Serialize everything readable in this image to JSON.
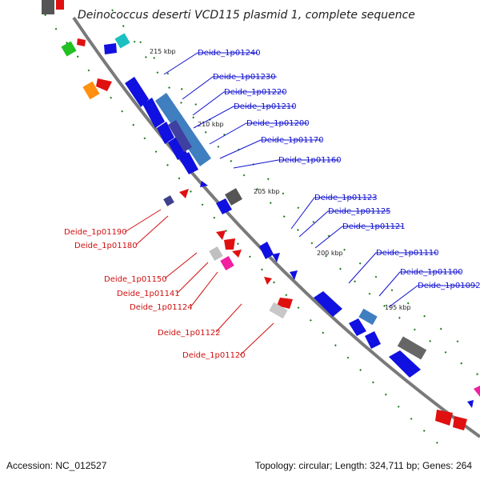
{
  "title": "Deinococcus deserti VCD115 plasmid 1, complete sequence",
  "accession": "Accession: NC_012527",
  "topology": "Topology: circular; Length: 324,711 bp; Genes: 264",
  "ticks": [
    "215 kbp",
    "210 kbp",
    "205 kbp",
    "200 kbp",
    "195 kbp"
  ],
  "labels_blue": [
    "Deide_1p01240",
    "Deide_1p01230",
    "Deide_1p01220",
    "Deide_1p01210",
    "Deide_1p01200",
    "Deide_1p01170",
    "Deide_1p01160",
    "Deide_1p01123",
    "Deide_1p01125",
    "Deide_1p01121",
    "Deide_1p01110",
    "Deide_1p01100",
    "Deide_1p01092"
  ],
  "labels_red": [
    "Deide_1p01190",
    "Deide_1p01180",
    "Deide_1p01150",
    "Deide_1p01141",
    "Deide_1p01124",
    "Deide_1p01122",
    "Deide_1p01120"
  ],
  "colors": {
    "blue": "#1010d0",
    "red": "#d01010",
    "backbone": "#7a7a7a",
    "dot": "#1a7a1a"
  }
}
